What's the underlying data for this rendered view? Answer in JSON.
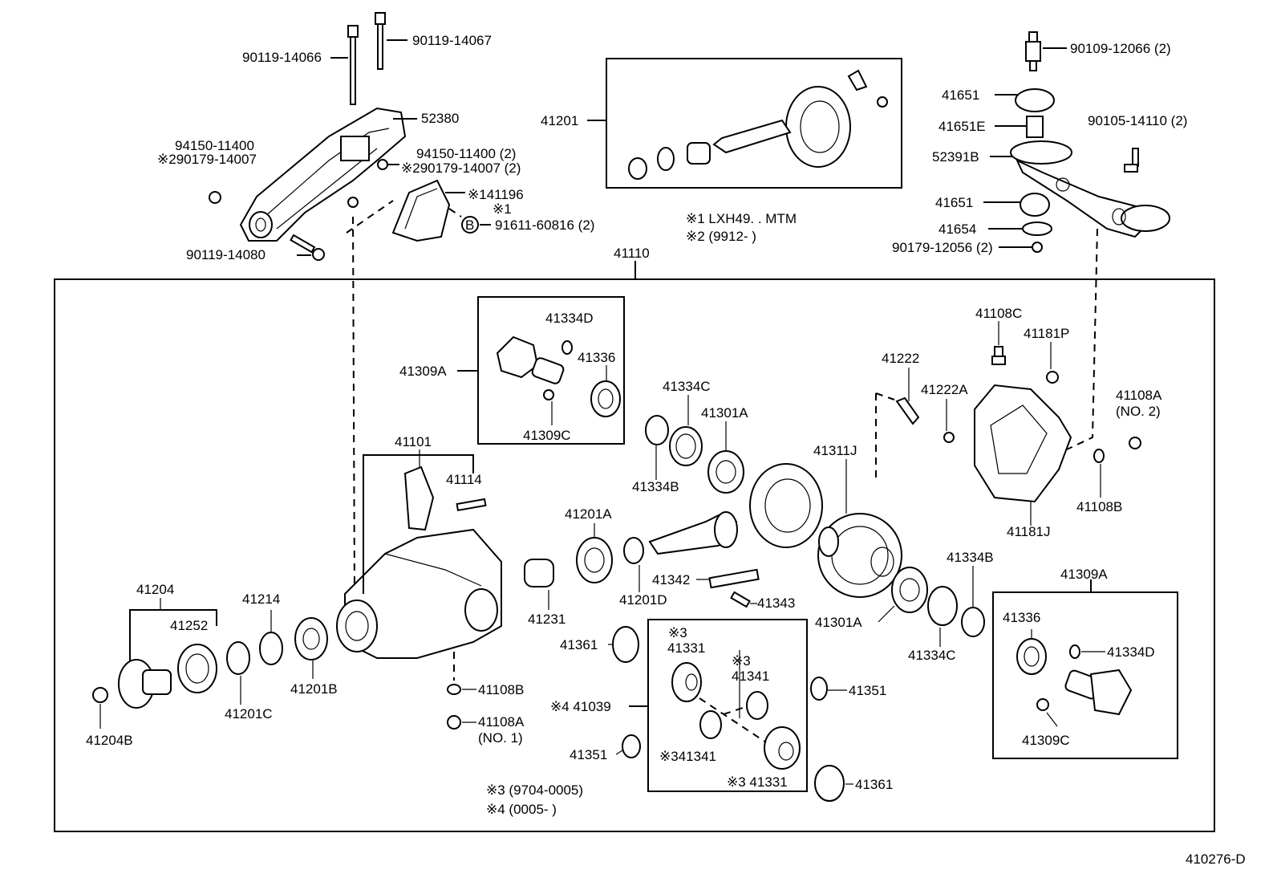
{
  "diagram_code": "410276-D",
  "assembly_label": "41110",
  "labels": {
    "b90119_14066": "90119-14066",
    "b90119_14067": "90119-14067",
    "m52380": "52380",
    "n94150_a": "94150-11400",
    "n290179_a": "※290179-14007",
    "n94150_b": "94150-11400 (2)",
    "n290179_b": "※290179-14007 (2)",
    "m141196": "※141196",
    "note1_mark": "※1",
    "b91611": "91611-60816 (2)",
    "circle_b": "B",
    "b90119_14080": "90119-14080",
    "g41201": "41201",
    "note1": "※1 LXH49. . MTM",
    "note2": "※2 (9912-        )",
    "b90109": "90109-12066 (2)",
    "p41651_top": "41651",
    "p41651e": "41651E",
    "b90105": "90105-14110 (2)",
    "m52391b": "52391B",
    "p41651_mid": "41651",
    "p41654": "41654",
    "n90179_12056": "90179-12056 (2)",
    "p41334d_top": "41334D",
    "p41336_top": "41336",
    "p41309a_top": "41309A",
    "p41309c_top": "41309C",
    "p41334c_top": "41334C",
    "p41301a_top": "41301A",
    "p41334b_top": "41334B",
    "p41101": "41101",
    "p41114": "41114",
    "p41201a": "41201A",
    "p41222": "41222",
    "p41222a": "41222A",
    "p41311j": "41311J",
    "p41108c": "41108C",
    "p41181p": "41181P",
    "p41108a_no2": "41108A",
    "no2": "(NO. 2)",
    "p41108b_right": "41108B",
    "p41181j": "41181J",
    "p41204": "41204",
    "p41252": "41252",
    "p41214": "41214",
    "p41231": "41231",
    "p41201d": "41201D",
    "p41342": "41342",
    "p41343": "41343",
    "p41334b_right": "41334B",
    "p41301a_right": "41301A",
    "p41309a_box": "41309A",
    "p41361_left": "41361",
    "n3_a": "※3",
    "p41331_a": "41331",
    "n3_b": "※3",
    "p41341_a": "41341",
    "p41336_box": "41336",
    "p41334d_box": "41334D",
    "p41334c_right": "41334C",
    "p41201b": "41201B",
    "p41201c": "41201C",
    "p41204b": "41204B",
    "p41108b_low": "41108B",
    "p41108a_no1": "41108A",
    "no1": "(NO. 1)",
    "p41039": "※4 41039",
    "p41351_right": "41351",
    "p41341_b": "※341341",
    "p41351_left": "41351",
    "p41331_b": "※3 41331",
    "p41361_right": "41361",
    "p41309c_box": "41309C",
    "note3": "※3  (9704-0005)",
    "note4": "※4  (0005-        )"
  }
}
